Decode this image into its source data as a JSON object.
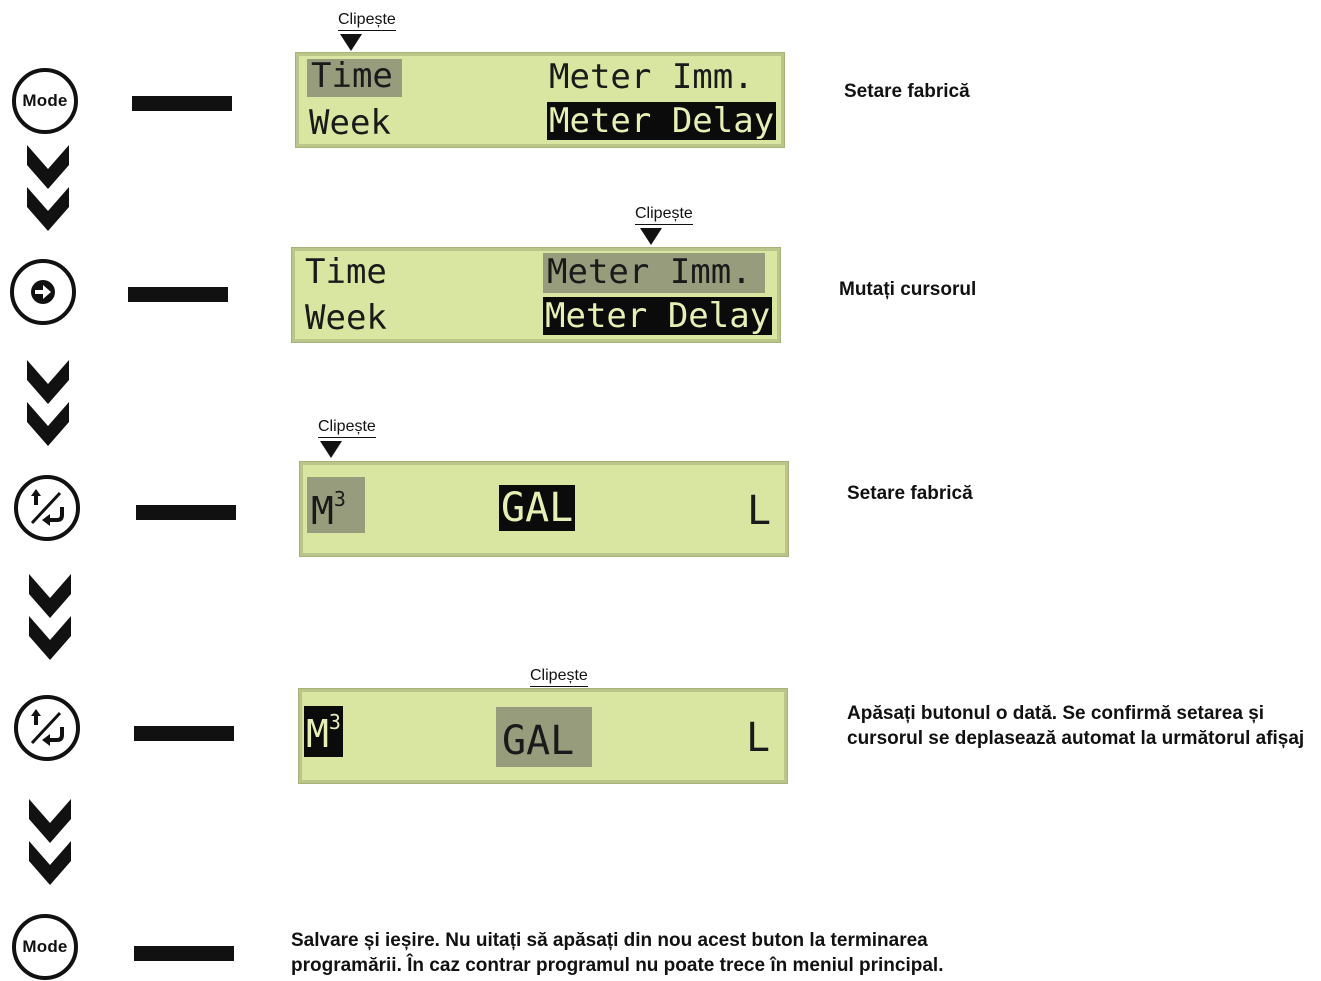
{
  "flash_label": "Clipește",
  "lcd1": {
    "row1_left": "Time",
    "row1_right": "Meter  Imm.",
    "row2_left": "Week",
    "row2_right": "Meter Delay"
  },
  "lcd2": {
    "row1_left": "Time",
    "row1_right": "Meter  Imm.",
    "row2_left": "Week",
    "row2_right": "Meter Delay"
  },
  "lcd3": {
    "unit1": "M",
    "unit1_sup": "3",
    "unit2": "GAL",
    "unit3": "L"
  },
  "lcd4": {
    "unit1": "M",
    "unit1_sup": "3",
    "unit2": "GAL",
    "unit3": "L"
  },
  "buttons": {
    "mode1": "Mode",
    "mode2": "Mode"
  },
  "descriptions": {
    "step1": "Setare fabrică",
    "step2": "Mutați cursorul",
    "step3": "Setare fabrică",
    "step4": "Apăsați butonul o dată. Se confirmă setarea și cursorul se deplasează automat  la următorul afișaj",
    "step5": "Salvare și ieșire. Nu uitați să apăsați din nou acest buton la terminarea programării. În caz contrar programul nu poate trece în meniul principal."
  },
  "icons": [
    "mode-button-icon",
    "arrow-right-icon",
    "enter-icon",
    "double-chevron-down-icon"
  ],
  "colors": {
    "lcd_bg": "#d9e6a1",
    "lcd_highlight": "#969c7c",
    "lcd_inverse": "#0b0b0b",
    "ink": "#111111"
  }
}
